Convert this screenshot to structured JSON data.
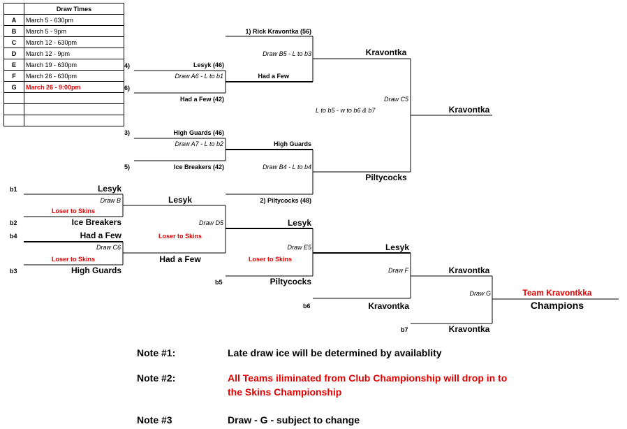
{
  "draw_times": {
    "header": "Draw Times",
    "rows": [
      {
        "key": "A",
        "value": "March 5 - 630pm"
      },
      {
        "key": "B",
        "value": "March 5 - 9pm"
      },
      {
        "key": "C",
        "value": "March 12 - 630pm"
      },
      {
        "key": "D",
        "value": "March 12 - 9pm"
      },
      {
        "key": "E",
        "value": "March 19 - 630pm"
      },
      {
        "key": "F",
        "value": "March 26 - 630pm"
      },
      {
        "key": "G",
        "value": "March 26 - 9:00pm"
      }
    ]
  },
  "bracket": {
    "seed4": "4)",
    "seed6": "6)",
    "seed3": "3)",
    "seed5": "5)",
    "lesyk46": "Lesyk (46)",
    "drawA6": "Draw A6 - L to b1",
    "hadafew42": "Had a Few (42)",
    "highguards46": "High Guards (46)",
    "drawA7": "Draw A7 - L to b2",
    "icebreakers42": "Ice Breakers (42)",
    "rick56": "1) Rick Kravontka (56)",
    "drawB5": "Draw B5 - L to b3",
    "hadafew": "Had a Few",
    "highguards": "High Guards",
    "drawB4": "Draw B4 - L to b4",
    "pilty48": "2) Piltycocks (48)",
    "kravontka_c": "Kravontka",
    "drawC5": "Draw C5",
    "c5note": "L to b5 - w to b6 & b7",
    "piltycocks_c": "Piltycocks",
    "kravontka_w": "Kravontka"
  },
  "lower": {
    "b1": "b1",
    "b2": "b2",
    "b4": "b4",
    "b3": "b3",
    "b5": "b5",
    "b6": "b6",
    "b7": "b7",
    "lesyk1": "Lesyk",
    "drawB": "Draw B",
    "loser1": "Loser to Skins",
    "icebreakers": "Ice Breakers",
    "hadafew1": "Had a Few",
    "drawC6": "Draw C6",
    "loser2": "Loser to Skins",
    "highguards": "High Guards",
    "lesyk2": "Lesyk",
    "drawD5": "Draw D5",
    "loser3": "Loser to Skins",
    "hadafew2": "Had a Few",
    "lesyk3": "Lesyk",
    "drawE5": "Draw E5",
    "loser4": "Loser to Skins",
    "piltycocks": "Piltycocks",
    "lesyk4": "Lesyk",
    "drawF": "Draw F",
    "kravontka1": "Kravontka",
    "kravontka2": "Kravontka",
    "drawG": "Draw G",
    "kravontka3": "Kravontka",
    "team": "Team Kravontkka",
    "champions": "Champions"
  },
  "notes": [
    {
      "label": "Note #1:",
      "text": "Late draw ice will be determined by availablity",
      "text2": ""
    },
    {
      "label": "Note #2:",
      "text": "All Teams iliminated from Club Championship will drop in to",
      "text2": "the Skins Championship"
    },
    {
      "label": "Note #3",
      "text": "Draw - G - subject to change",
      "text2": ""
    }
  ],
  "colors": {
    "accent_red": "#e00000"
  }
}
